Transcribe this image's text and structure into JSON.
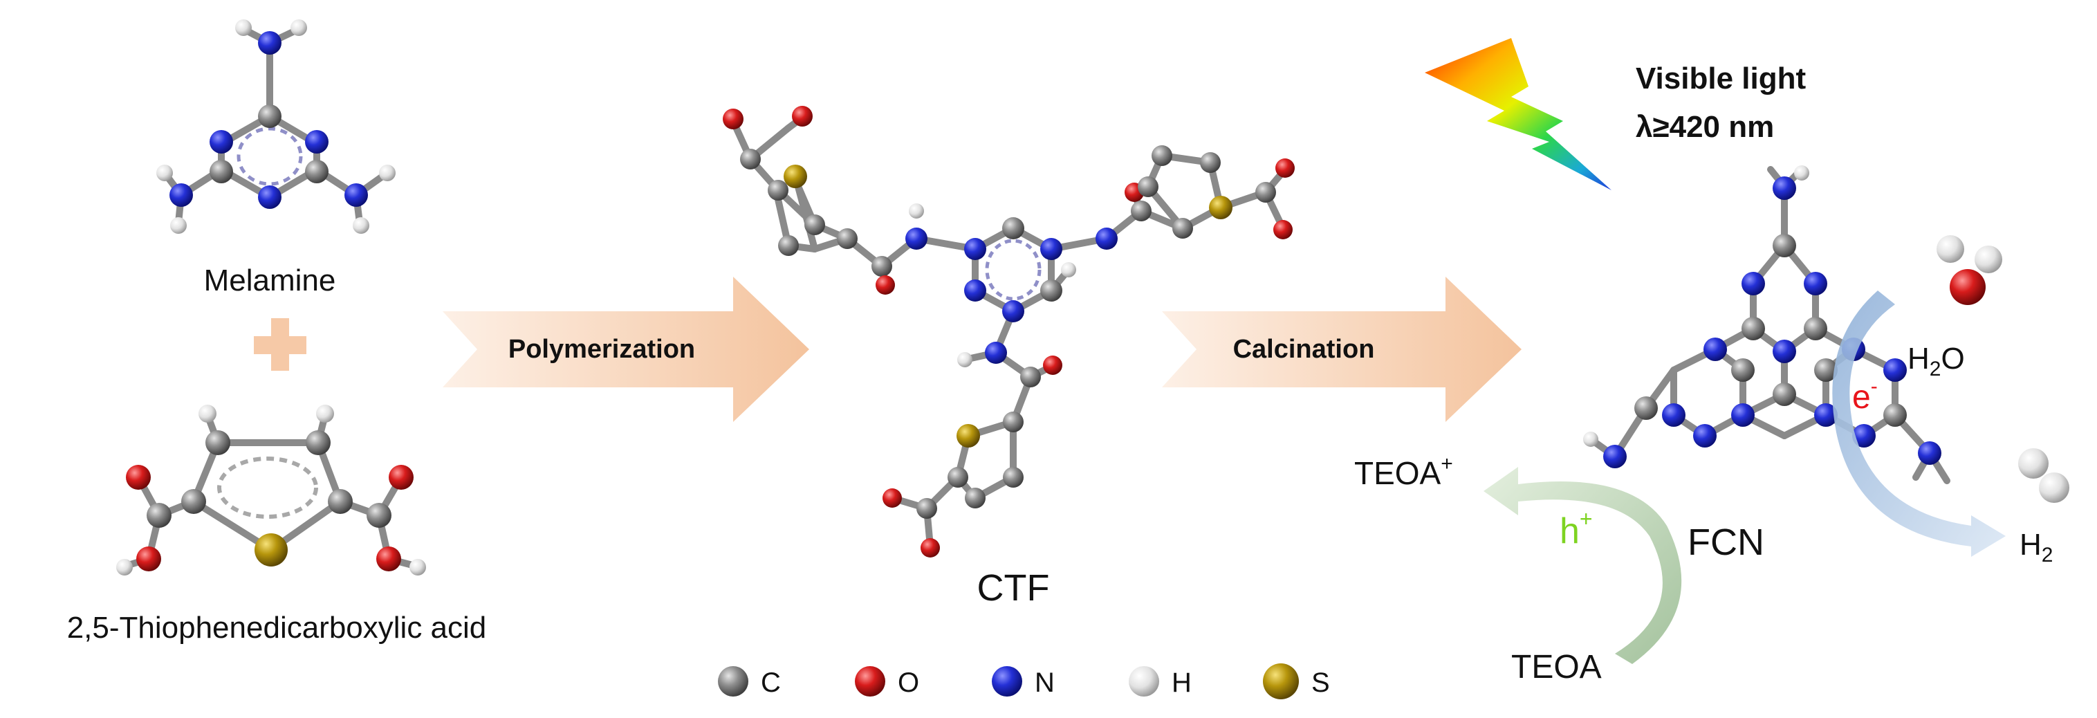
{
  "reactants": {
    "melamine_label": "Melamine",
    "plus": "+",
    "acid_label": "2,5-Thiophenedicarboxylic acid"
  },
  "steps": {
    "step1_label": "Polymerization",
    "step2_label": "Calcination"
  },
  "intermediate": {
    "label": "CTF"
  },
  "product": {
    "label": "FCN"
  },
  "light": {
    "line1": "Visible light",
    "line2": "λ≥420 nm"
  },
  "photocatalysis": {
    "electron_symbol": "e",
    "electron_charge": "-",
    "hole_symbol": "h",
    "hole_charge": "+",
    "h2o_main": "H",
    "h2o_sub": "2",
    "h2o_tail": "O",
    "h2_main": "H",
    "h2_sub": "2",
    "teoa": "TEOA",
    "teoa_ox_main": "TEOA",
    "teoa_ox_charge": "+"
  },
  "legend": [
    {
      "symbol": "C",
      "color": "#8a8a8a"
    },
    {
      "symbol": "O",
      "color": "#d81c1c"
    },
    {
      "symbol": "N",
      "color": "#1f2bd6"
    },
    {
      "symbol": "H",
      "color": "#e2e2e2"
    },
    {
      "symbol": "S",
      "color": "#b7960c"
    }
  ],
  "colors": {
    "step_arrow": "#f6c9a7",
    "plus": "#f6c9a7",
    "electron": "#e8141b",
    "hole": "#7ed321",
    "electron_arrow": "#9dbbe0",
    "hole_arrow": "#b7d3a5"
  }
}
